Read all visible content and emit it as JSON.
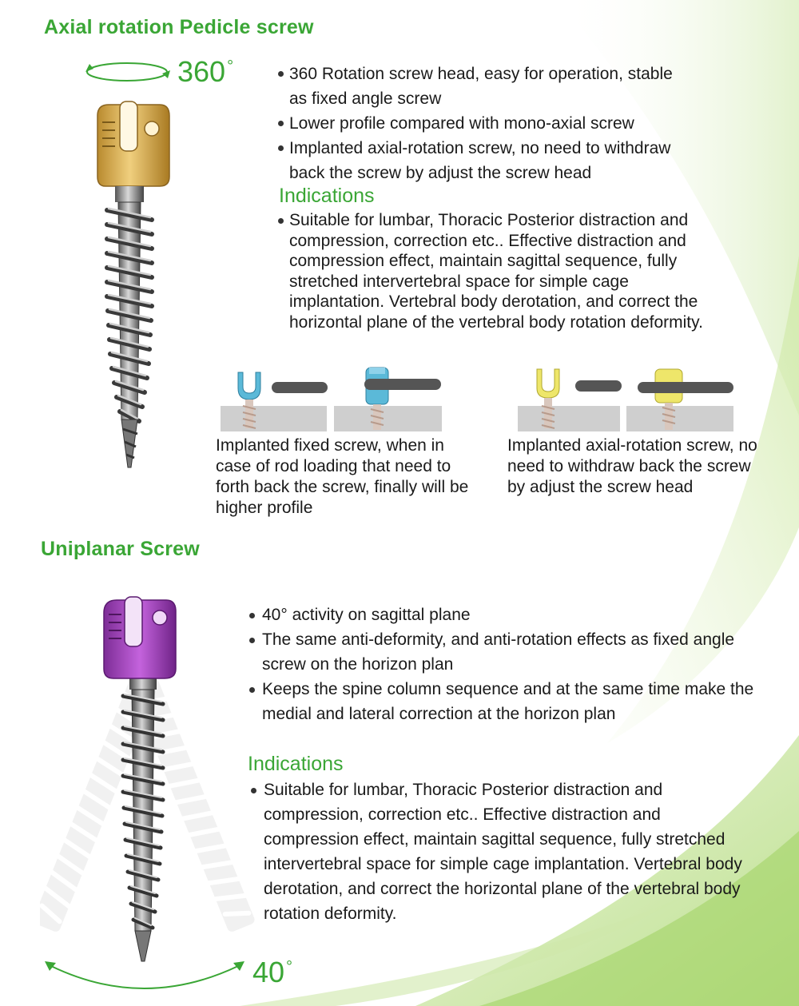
{
  "section1": {
    "title": "Axial rotation Pedicle screw",
    "rotation_label": "360",
    "degree_symbol": "°",
    "features": [
      "360 Rotation screw head, easy for operation, stable as fixed angle screw",
      "Lower profile compared with mono-axial screw",
      "Implanted axial-rotation screw, no need to withdraw back the screw by adjust the screw head"
    ],
    "indications_title": "Indications",
    "indications_text": "Suitable for lumbar, Thoracic Posterior distraction and compression, correction etc.. Effective distraction and compression effect, maintain sagittal sequence, fully stretched intervertebral space for simple cage implantation. Vertebral body derotation, and correct the horizontal plane of the vertebral body rotation deformity.",
    "caption_fixed": "Implanted fixed screw, when in case of rod loading that need to forth back the screw, finally will be higher profile",
    "caption_axial": "Implanted axial-rotation screw, no need to withdraw back the screw by adjust the screw head"
  },
  "section2": {
    "title": "Uniplanar Screw",
    "angle_label": "40",
    "degree_symbol": "°",
    "features": [
      "40° activity on sagittal plane",
      "The same anti-deformity, and anti-rotation effects as fixed angle screw on the horizon plan",
      "Keeps the spine column sequence and at the same time make the medial and lateral correction at the horizon plan"
    ],
    "indications_title": "Indications",
    "indications_text": "Suitable for lumbar, Thoracic Posterior distraction and compression, correction etc.. Effective distraction and compression effect, maintain sagittal sequence, fully stretched intervertebral space for simple cage implantation. Vertebral body derotation, and correct the horizontal plane of the vertebral body rotation deformity."
  },
  "colors": {
    "accent_green": "#3aa635",
    "gold_head": "#d9ac4c",
    "purple_head": "#a23fbd",
    "blue_head": "#5bb9d8",
    "yellow_head": "#eee66a"
  },
  "icons": [
    "rotation-arrow-icon",
    "angle-arc-icon"
  ]
}
